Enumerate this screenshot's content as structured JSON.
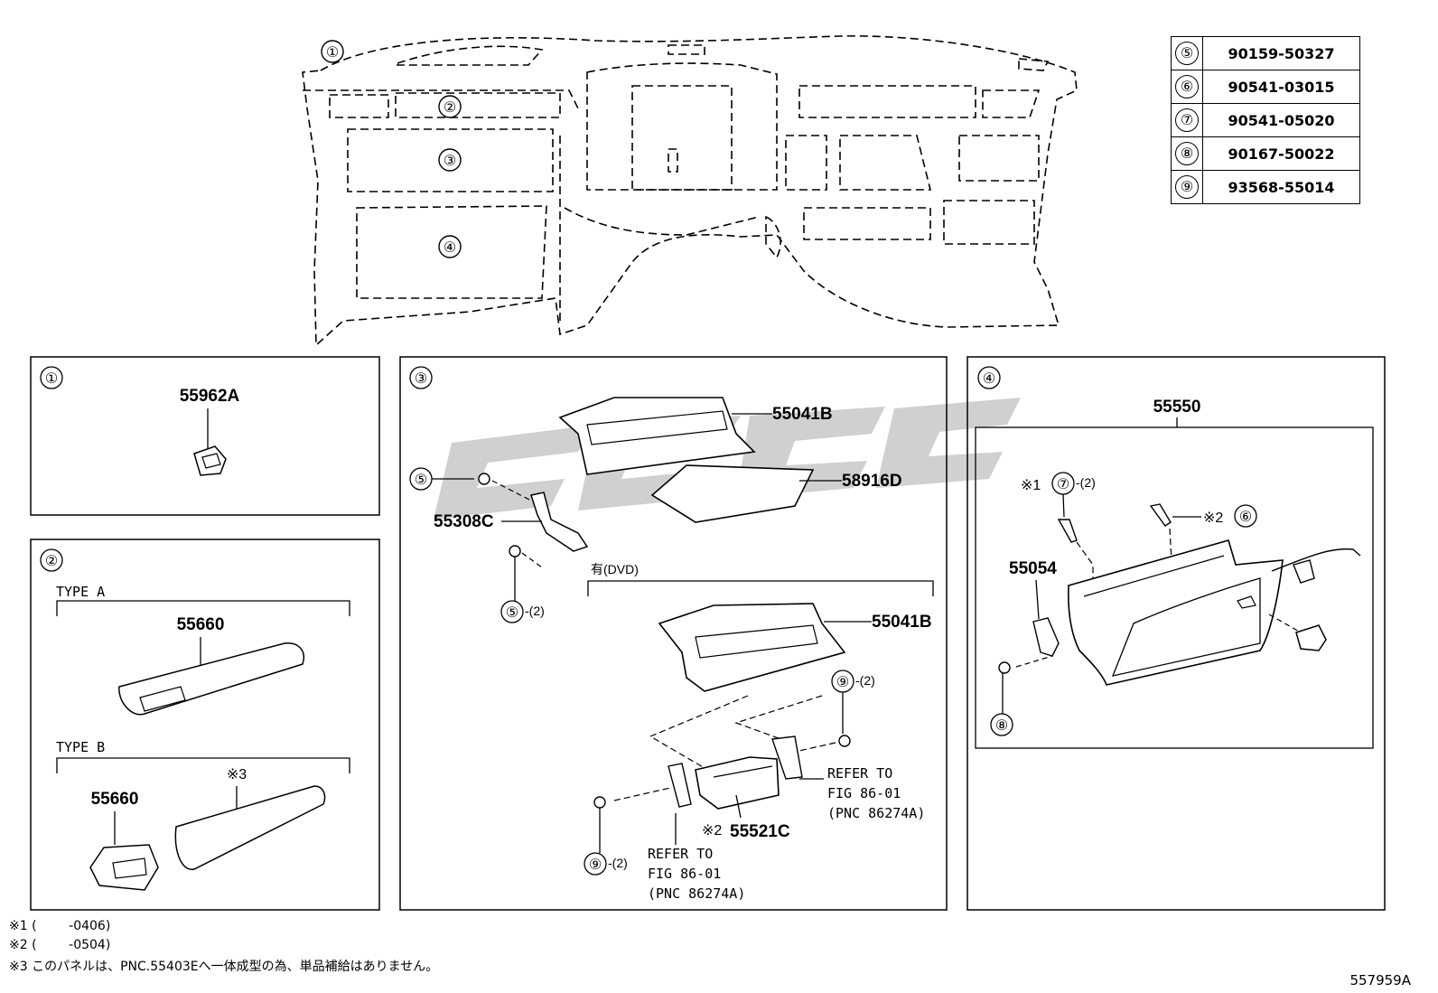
{
  "callouts": {
    "c1": "①",
    "c2": "②",
    "c3": "③",
    "c4": "④",
    "c5": "⑤",
    "c6": "⑥",
    "c7": "⑦",
    "c8": "⑧",
    "c9": "⑨"
  },
  "parts_table": [
    {
      "ref": "⑤",
      "part_no": "90159-50327"
    },
    {
      "ref": "⑥",
      "part_no": "90541-03015"
    },
    {
      "ref": "⑦",
      "part_no": "90541-05020"
    },
    {
      "ref": "⑧",
      "part_no": "90167-50022"
    },
    {
      "ref": "⑨",
      "part_no": "93568-55014"
    }
  ],
  "panel1": {
    "part": "55962A"
  },
  "panel2": {
    "type_a": "TYPE A",
    "type_b": "TYPE B",
    "part_a": "55660",
    "part_b": "55660",
    "note3": "※3"
  },
  "panel3": {
    "p1": "55041B",
    "p2": "58916D",
    "p3": "55308C",
    "p4": "55041B",
    "p5": "55521C",
    "qty2": "-(2)",
    "dvd": "有(DVD)",
    "note2": "※2",
    "refer_to": "REFER TO",
    "fig": "FIG 86-01",
    "pnc": "(PNC 86274A)"
  },
  "panel4": {
    "p1": "55550",
    "p2": "55054",
    "qty2": "-(2)",
    "note1": "※1",
    "note2": "※2"
  },
  "footnotes": [
    "※1 (        -0406)",
    "※2 (        -0504)",
    "※3 このパネルは、PNC.55403Eへ一体成型の為、単品補給はありません。"
  ],
  "figure_id": "557959A",
  "watermark": "ccc"
}
